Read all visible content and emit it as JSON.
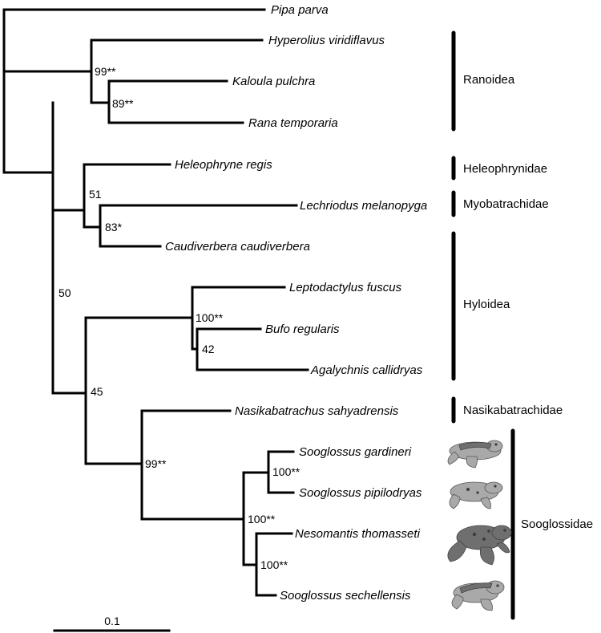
{
  "taxa": {
    "pipa": "Pipa parva",
    "hyperolius": "Hyperolius viridiflavus",
    "kaloula": "Kaloula pulchra",
    "rana": "Rana temporaria",
    "heleophryne": "Heleophryne regis",
    "lechriodus": "Lechriodus melanopyga",
    "caudiverbera": "Caudiverbera caudiverbera",
    "leptodactylus": "Leptodactylus fuscus",
    "bufo": "Bufo regularis",
    "agalychnis": "Agalychnis callidryas",
    "nasikabatrachus": "Nasikabatrachus sahyadrensis",
    "gardineri": "Sooglossus gardineri",
    "pipilodryas": "Sooglossus pipilodryas",
    "nesomantis": "Nesomantis thomasseti",
    "sechellensis": "Sooglossus sechellensis"
  },
  "support": {
    "ranoidea_root": "99**",
    "kaloula_rana": "89**",
    "heleo_myo": "51",
    "myo_caudi": "83*",
    "neobatrachia": "50",
    "hyloidea": "100**",
    "bufo_agalychnis": "42",
    "hyloid_soog": "45",
    "nasika_soog": "99**",
    "sooglossus_pair": "100**",
    "sooglossidae": "100**",
    "nesomantis_pair": "100**"
  },
  "clades": {
    "ranoidea": "Ranoidea",
    "heleophrynidae": "Heleophrynidae",
    "myobatrachidae": "Myobatrachidae",
    "hyloidea": "Hyloidea",
    "nasikabatrachidae": "Nasikabatrachidae",
    "sooglossidae": "Sooglossidae"
  },
  "scale_bar": {
    "label": "0.1"
  },
  "icons": [
    "frog-gardineri-icon",
    "frog-pipilodryas-icon",
    "frog-nesomantis-icon",
    "frog-sechellensis-icon"
  ]
}
